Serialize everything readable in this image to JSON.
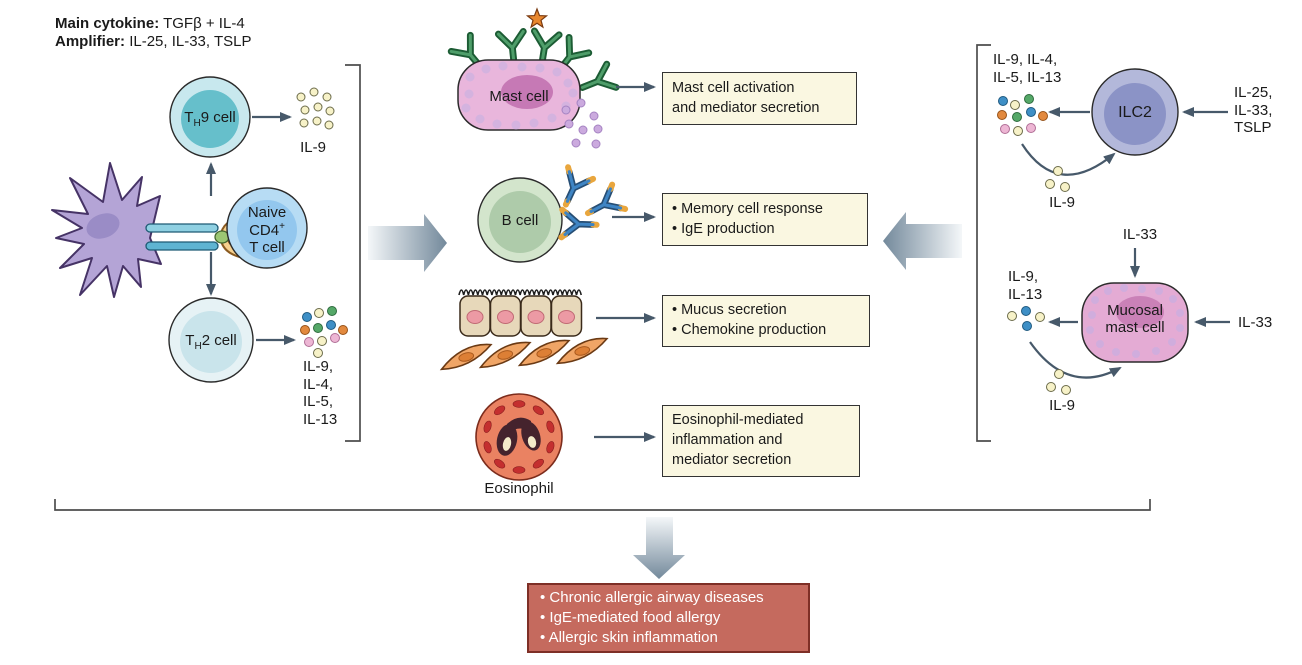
{
  "header": {
    "bold1": "Main cytokine:",
    "text1": "TGFβ + IL-4",
    "bold2": "Amplifier:",
    "text2": "IL-25, IL-33, TSLP"
  },
  "left": {
    "th9": {
      "pre": "T",
      "sub": "H",
      "post": "9 cell"
    },
    "th9_cytokine": "IL-9",
    "naive": {
      "l1": "Naive",
      "l2": "CD4",
      "sup": "+",
      "l3": "T cell"
    },
    "th2": {
      "pre": "T",
      "sub": "H",
      "post": "2 cell"
    },
    "th2_cytokines": [
      "IL-9,",
      "IL-4,",
      "IL-5,",
      "IL-13"
    ]
  },
  "center": {
    "mast_label": "Mast cell",
    "b_label": "B cell",
    "eos_label": "Eosinophil"
  },
  "boxes": [
    {
      "lines": [
        "Mast cell activation",
        "and mediator secretion"
      ]
    },
    {
      "lines": [
        "• Memory cell response",
        "• IgE production"
      ]
    },
    {
      "lines": [
        "• Mucus secretion",
        "• Chemokine production"
      ]
    },
    {
      "lines": [
        "Eosinophil-mediated",
        "inflammation and",
        "mediator secretion"
      ]
    }
  ],
  "right": {
    "ilc2_label": "ILC2",
    "ilc2_products": [
      "IL-9, IL-4,",
      "IL-5, IL-13"
    ],
    "ilc2_inputs": [
      "IL-25,",
      "IL-33,",
      "TSLP"
    ],
    "ilc2_autocrine": "IL-9",
    "mmc_label": [
      "Mucosal",
      "mast cell"
    ],
    "mmc_input_top": "IL-33",
    "mmc_input_right": "IL-33",
    "mmc_products": [
      "IL-9,",
      "IL-13"
    ],
    "mmc_autocrine": "IL-9"
  },
  "outcomes": {
    "lines": [
      "• Chronic allergic airway diseases",
      "• IgE-mediated food allergy",
      "• Allergic skin inflammation"
    ]
  },
  "palette": {
    "outcome_box_bg": "#c56a5e",
    "outcome_box_border": "#7e2f26",
    "result_box_bg": "#faf7e1",
    "arrow": "#47596a",
    "dot_yellow": "#f7f2c8",
    "dot_blue": "#3e8fc6",
    "dot_green": "#55a868",
    "dot_orange": "#e2893e",
    "dot_pink": "#edb6d4",
    "mast_granule": "#cbaade",
    "th9_cell": "#66bfcb",
    "naive_cell": "#93c7ee",
    "th2_cell": "#c9e4eb",
    "b_cell": "#aecbaa",
    "ilc2_cell": "#8b93c6",
    "eosinophil": "#ea8262",
    "mast_cell": "#e9b6dc",
    "dendritic_cell": "#b4a4d6"
  }
}
